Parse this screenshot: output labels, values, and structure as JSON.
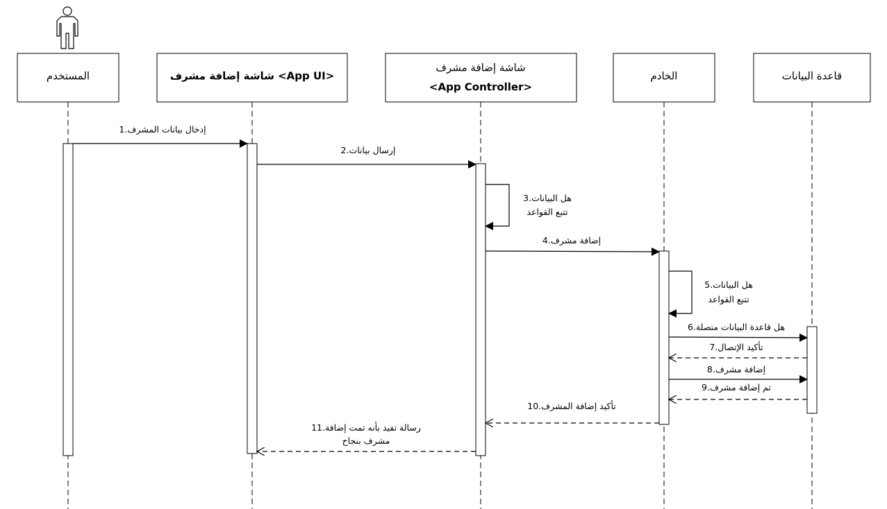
{
  "actor_icon": "person-icon",
  "participants": [
    {
      "id": "user",
      "lines": [
        "المستخدم"
      ]
    },
    {
      "id": "ui",
      "lines": [
        "شاشة إضافة مشرف <App UI>"
      ]
    },
    {
      "id": "controller",
      "lines": [
        "شاشة إضافة مشرف",
        "<App Controller>"
      ]
    },
    {
      "id": "server",
      "lines": [
        "الخادم"
      ]
    },
    {
      "id": "database",
      "lines": [
        "قاعدة البيانات"
      ]
    }
  ],
  "messages": [
    {
      "num": "1",
      "lines": [
        "1.إدخال بيانات المشرف"
      ]
    },
    {
      "num": "2",
      "lines": [
        "2.إرسال بيانات"
      ]
    },
    {
      "num": "3",
      "lines": [
        "3.هل البيانات",
        "تتبع القواعد"
      ]
    },
    {
      "num": "4",
      "lines": [
        "4.إضافة مشرف"
      ]
    },
    {
      "num": "5",
      "lines": [
        "5.هل البيانات",
        "تتبع القواعد"
      ]
    },
    {
      "num": "6",
      "lines": [
        "6.هل قاعدة البيانات متصلة"
      ]
    },
    {
      "num": "7",
      "lines": [
        "7.تأكيد الإتصال"
      ]
    },
    {
      "num": "8",
      "lines": [
        "8.إضافة مشرف"
      ]
    },
    {
      "num": "9",
      "lines": [
        "9.تم إضافة مشرف"
      ]
    },
    {
      "num": "10",
      "lines": [
        "10.تأكيد إضافة المشرف"
      ]
    },
    {
      "num": "11",
      "lines": [
        "11.رسالة تفيد بأنه تمت إضافة",
        "مشرف بنجاح"
      ]
    }
  ]
}
